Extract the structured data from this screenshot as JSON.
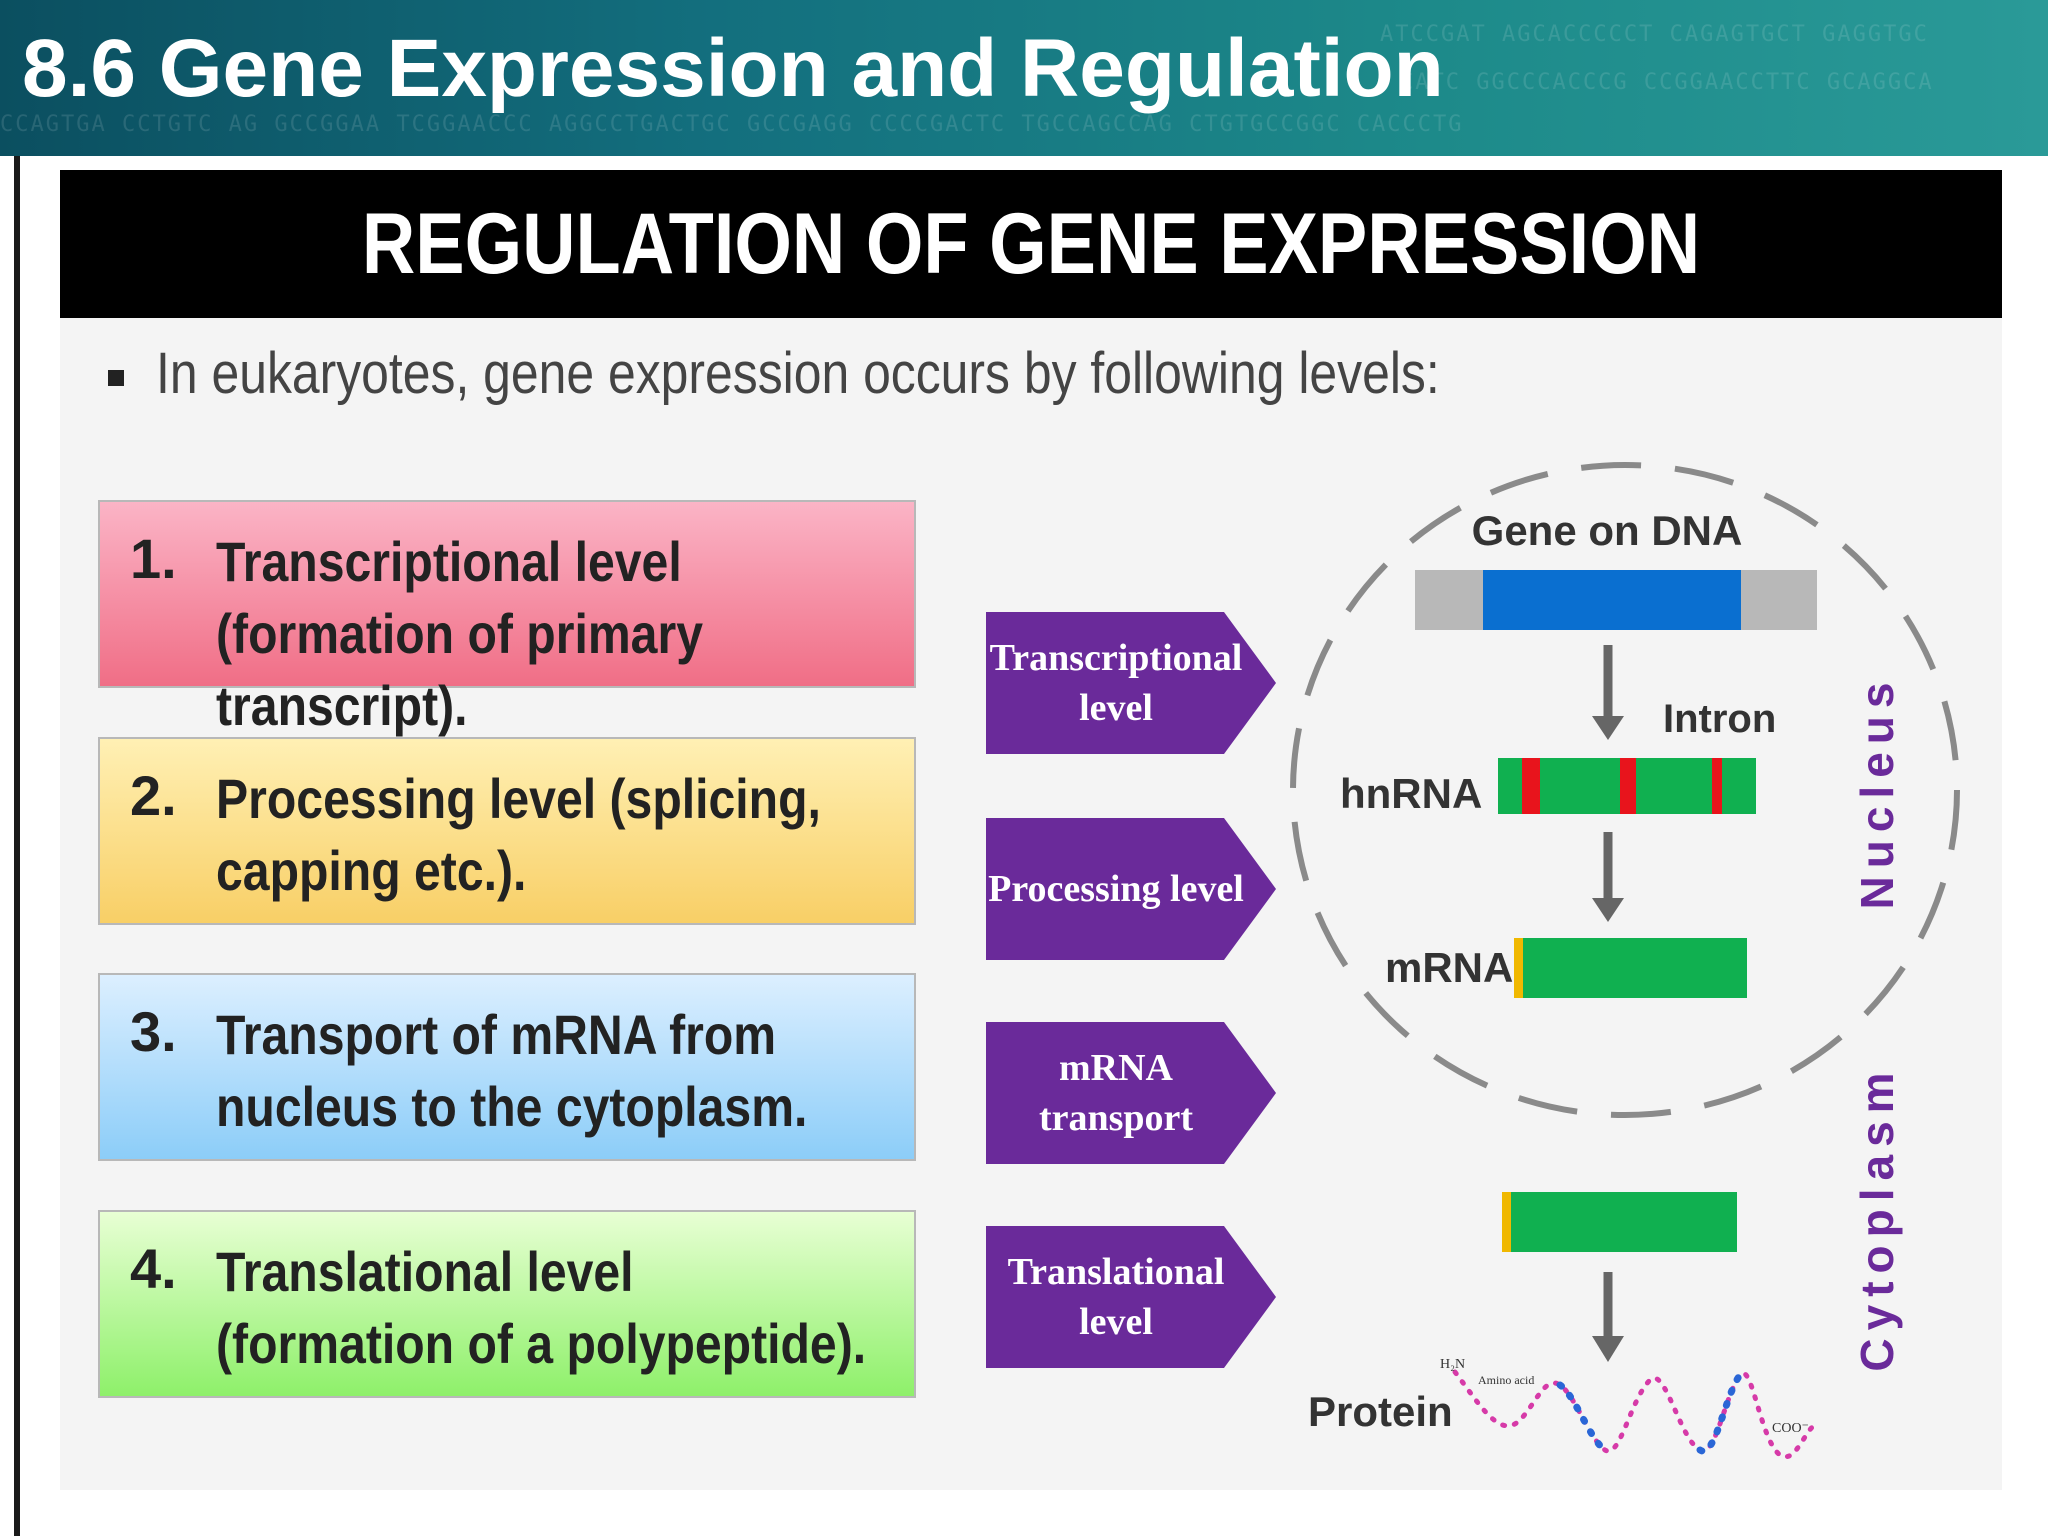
{
  "header": {
    "title": "8.6 Gene Expression and Regulation"
  },
  "banner": {
    "title": "REGULATION OF GENE EXPRESSION"
  },
  "intro": "In eukaryotes, gene expression occurs by following levels:",
  "levels": [
    {
      "number": "1.",
      "text": "Transcriptional level (formation of primary transcript)."
    },
    {
      "number": "2.",
      "text": "Processing level (splicing, capping etc.)."
    },
    {
      "number": "3.",
      "text": "Transport of mRNA from nucleus to the cytoplasm."
    },
    {
      "number": "4.",
      "text": "Translational level (formation of a polypeptide)."
    }
  ],
  "arrows": [
    {
      "text": "Transcriptional level"
    },
    {
      "text": "Processing level"
    },
    {
      "text": "mRNA transport"
    },
    {
      "text": "Translational level"
    }
  ],
  "diagram": {
    "gene_label": "Gene on DNA",
    "intron_label": "Intron",
    "hnrna_label": "hnRNA",
    "mrna_label": "mRNA",
    "protein_label": "Protein",
    "nucleus_label": "Nucleus",
    "cytoplasm_label": "Cytoplasm",
    "h2n_label": "H₂N",
    "amino_label": "Amino acid",
    "coo_label": "COO⁻"
  },
  "colors": {
    "purple": "#6a2a9a",
    "exon_blue": "#0a6fd0",
    "rna_green": "#10b050",
    "intron_red": "#e8141c",
    "cap_yellow": "#f0b800",
    "gray": "#b8b8b8"
  }
}
